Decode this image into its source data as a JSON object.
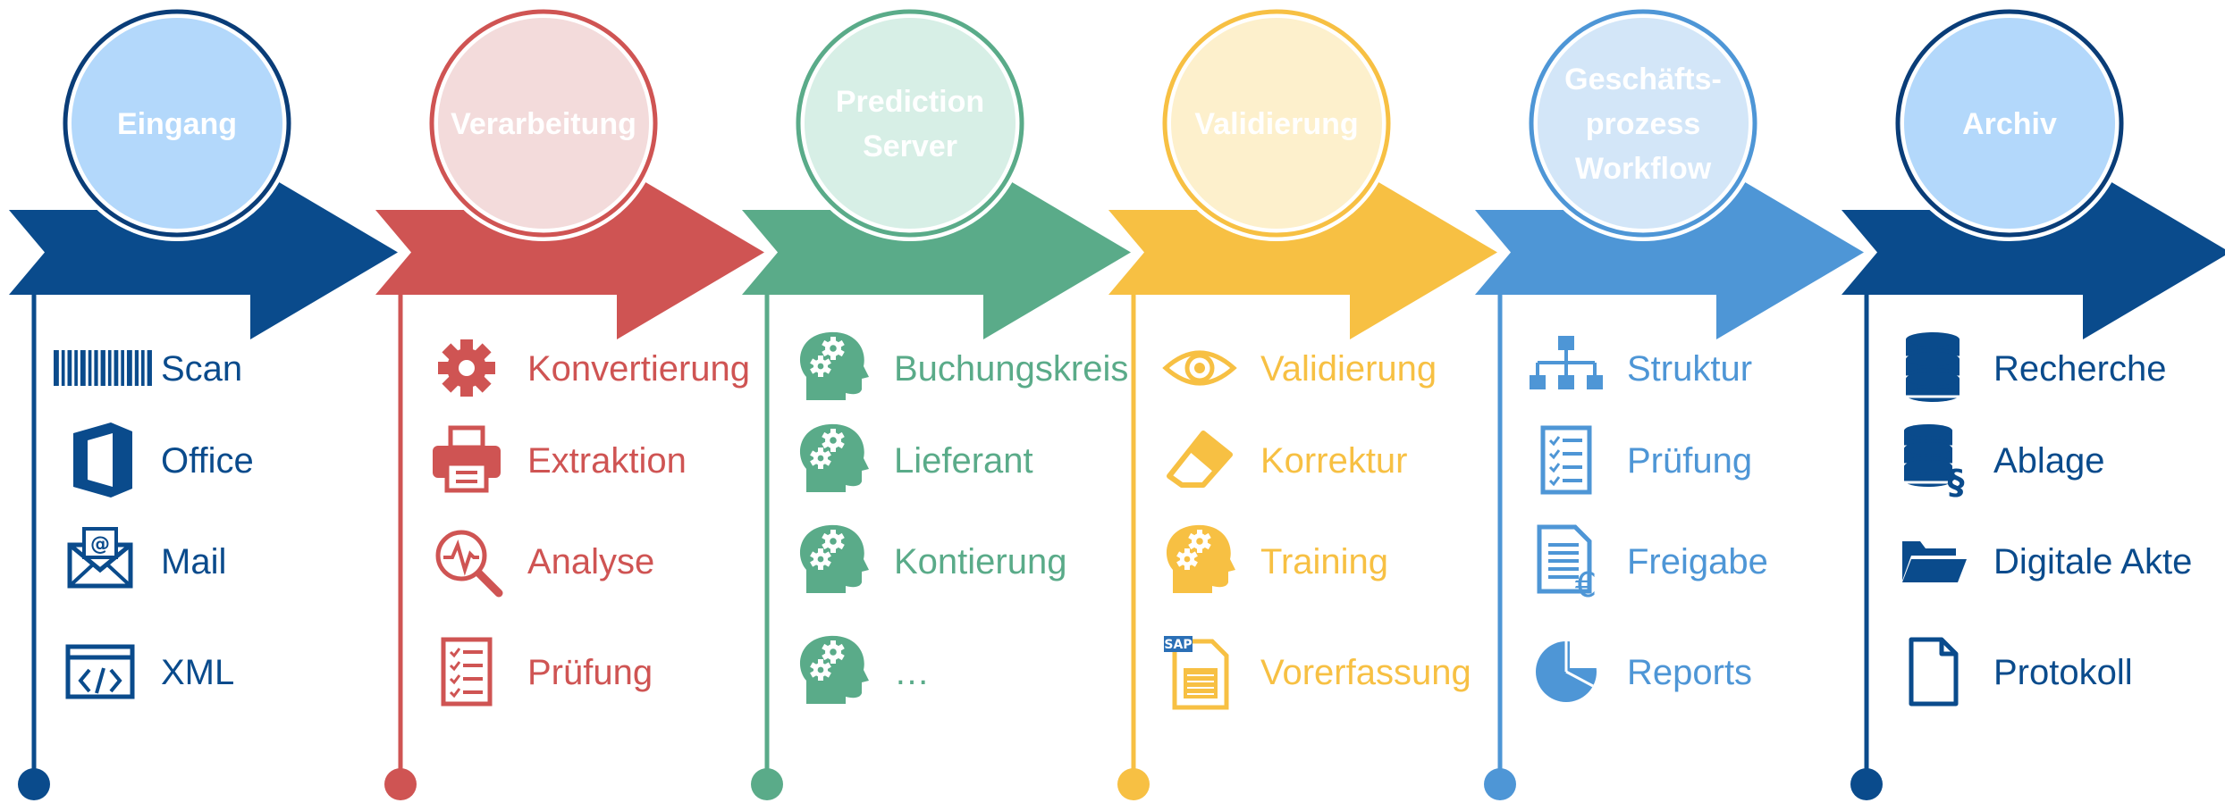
{
  "stages": [
    {
      "title_lines": [
        "Eingang"
      ],
      "color": "#0a4b8c",
      "circle_fill": "#b3d8fb",
      "circle_stroke": "#0a3d78",
      "title_color": "#ffffff",
      "items": [
        {
          "label": "Scan",
          "icon": "barcode-icon"
        },
        {
          "label": "Office",
          "icon": "office-icon"
        },
        {
          "label": "Mail",
          "icon": "mail-icon"
        },
        {
          "label": "XML",
          "icon": "xml-code-icon"
        }
      ]
    },
    {
      "title_lines": [
        "Verarbeitung"
      ],
      "color": "#cf5453",
      "circle_fill": "#f3dbdb",
      "circle_stroke": "#cf5453",
      "title_color": "#ffffff",
      "items": [
        {
          "label": "Konvertierung",
          "icon": "gear-icon"
        },
        {
          "label": "Extraktion",
          "icon": "printer-icon"
        },
        {
          "label": "Analyse",
          "icon": "magnifier-pulse-icon"
        },
        {
          "label": "Prüfung",
          "icon": "checklist-icon"
        }
      ]
    },
    {
      "title_lines": [
        "Prediction",
        "Server"
      ],
      "color": "#5aab89",
      "circle_fill": "#d7efe6",
      "circle_stroke": "#5aab89",
      "title_color": "#ffffff",
      "items": [
        {
          "label": "Buchungskreis",
          "icon": "head-gears-icon"
        },
        {
          "label": "Lieferant",
          "icon": "head-gears-icon"
        },
        {
          "label": "Kontierung",
          "icon": "head-gears-icon"
        },
        {
          "label": "…",
          "icon": "head-gears-icon"
        }
      ]
    },
    {
      "title_lines": [
        "Validierung"
      ],
      "color": "#f7c043",
      "circle_fill": "#fdf0cc",
      "circle_stroke": "#f7c043",
      "title_color": "#ffffff",
      "items": [
        {
          "label": "Validierung",
          "icon": "eye-icon"
        },
        {
          "label": "Korrektur",
          "icon": "eraser-icon"
        },
        {
          "label": "Training",
          "icon": "head-gears-icon"
        },
        {
          "label": "Vorerfassung",
          "icon": "sap-document-icon"
        }
      ]
    },
    {
      "title_lines": [
        "Geschäfts-",
        "prozess",
        "Workflow"
      ],
      "color": "#4e96d6",
      "circle_fill": "#d3e6f8",
      "circle_stroke": "#4e96d6",
      "title_color": "#ffffff",
      "items": [
        {
          "label": "Struktur",
          "icon": "org-chart-icon"
        },
        {
          "label": "Prüfung",
          "icon": "checklist-icon"
        },
        {
          "label": "Freigabe",
          "icon": "invoice-euro-icon"
        },
        {
          "label": "Reports",
          "icon": "pie-chart-icon"
        }
      ]
    },
    {
      "title_lines": [
        "Archiv"
      ],
      "color": "#0a4b8c",
      "circle_fill": "#b3d8fb",
      "circle_stroke": "#0a3d78",
      "title_color": "#ffffff",
      "items": [
        {
          "label": "Recherche",
          "icon": "database-icon"
        },
        {
          "label": "Ablage",
          "icon": "database-paragraph-icon"
        },
        {
          "label": "Digitale Akte",
          "icon": "folder-icon"
        },
        {
          "label": "Protokoll",
          "icon": "document-icon"
        }
      ]
    }
  ]
}
